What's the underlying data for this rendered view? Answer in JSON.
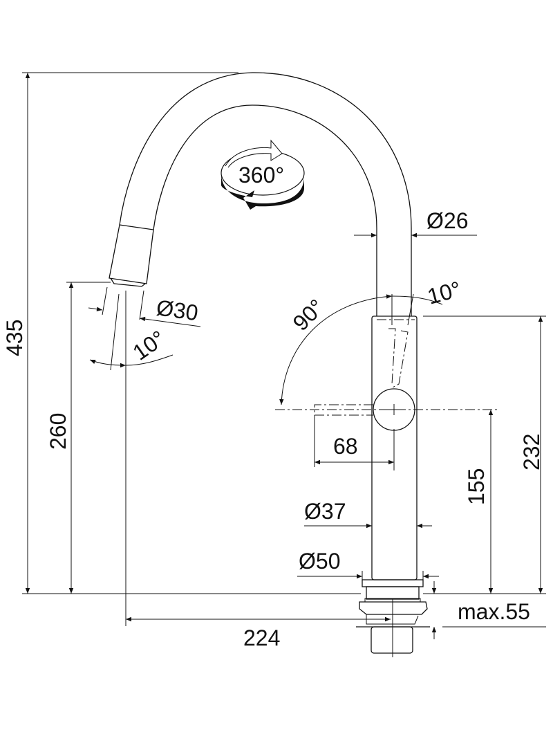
{
  "title": "Faucet dimension drawing",
  "dimensions": {
    "total_height": "435",
    "spout_height": "260",
    "outlet_diameter": "Ø30",
    "spray_angle": "10°",
    "rotation": "360°",
    "spout_diameter": "Ø26",
    "lever_angle_small": "10°",
    "lever_angle_large": "90°",
    "lever_length": "68",
    "lever_height": "155",
    "body_height": "232",
    "body_diameter": "Ø37",
    "base_diameter": "Ø50",
    "max_thickness": "max.55",
    "reach": "224"
  },
  "colors": {
    "line": "#111111",
    "background": "#ffffff"
  }
}
